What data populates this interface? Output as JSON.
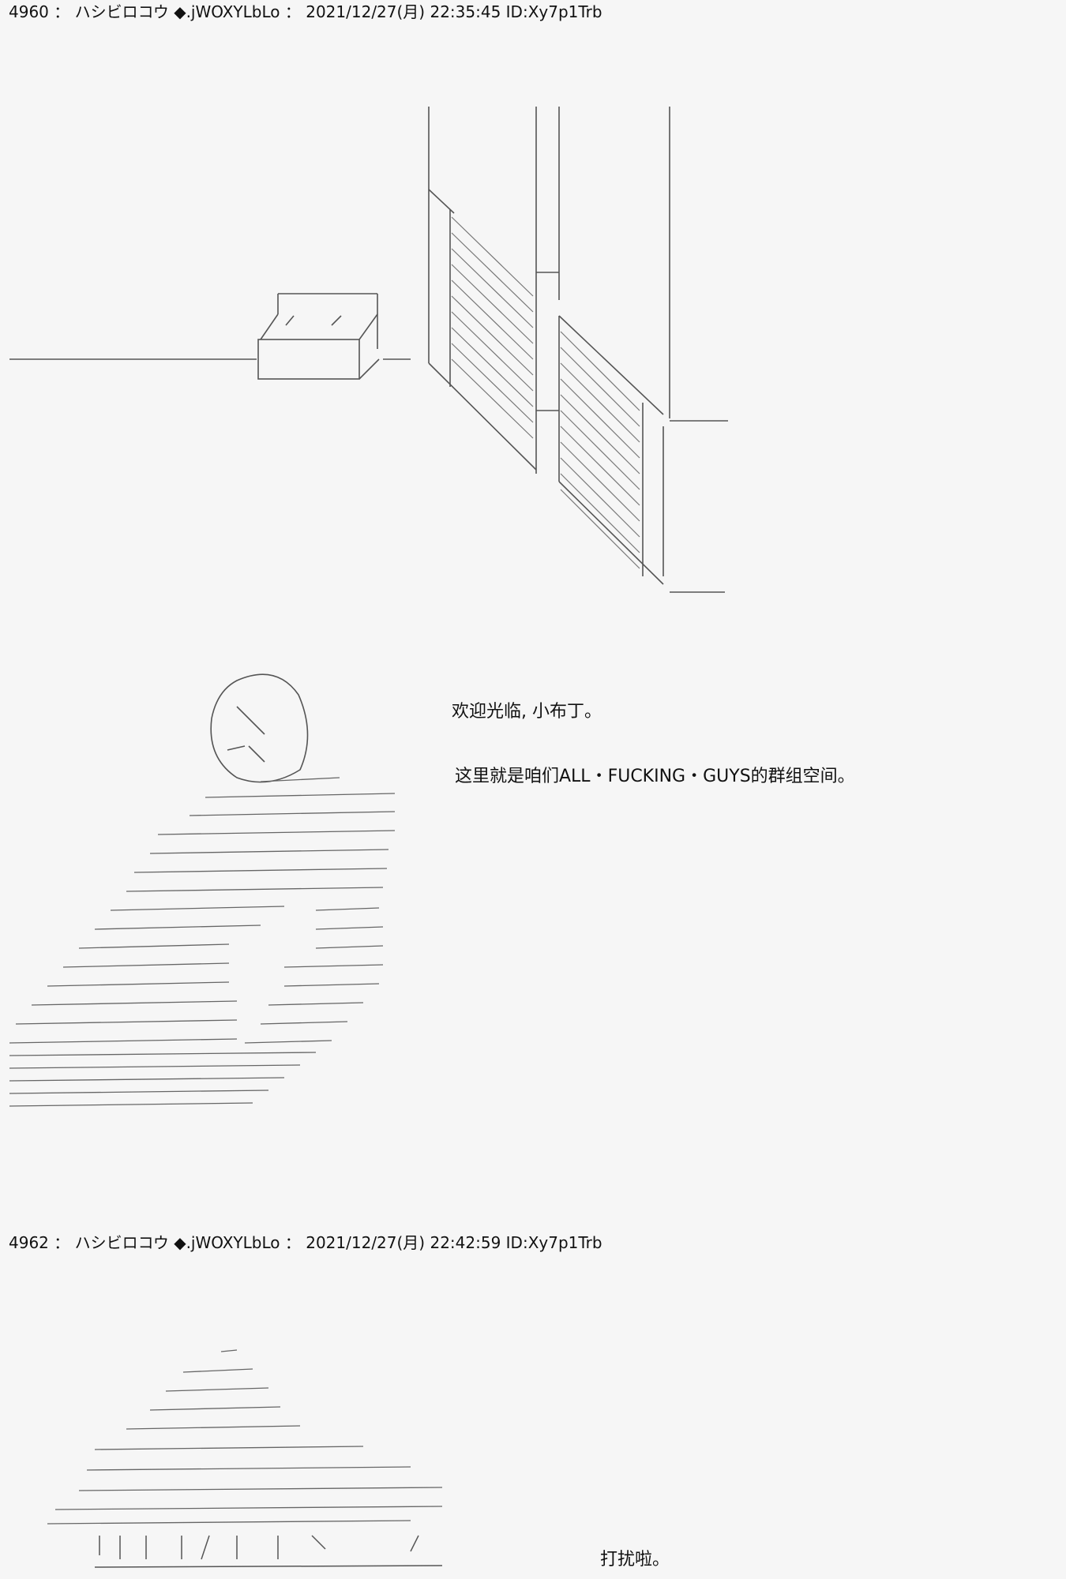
{
  "posts": [
    {
      "number": "4960",
      "separator": "：",
      "name": "ハシビロコウ",
      "trip": "◆.jWOXYLbLo",
      "date": "2021/12/27(月) 22:35:45",
      "id": "ID:Xy7p1Trb",
      "lines": [
        "欢迎光临, 小布丁。",
        "这里就是咱们ALL・FUCKING・GUYS的群组空间。"
      ]
    },
    {
      "number": "4962",
      "separator": "：",
      "name": "ハシビロコウ",
      "trip": "◆.jWOXYLbLo",
      "date": "2021/12/27(月) 22:42:59",
      "id": "ID:Xy7p1Trb",
      "lines": [
        "打扰啦。"
      ]
    }
  ]
}
